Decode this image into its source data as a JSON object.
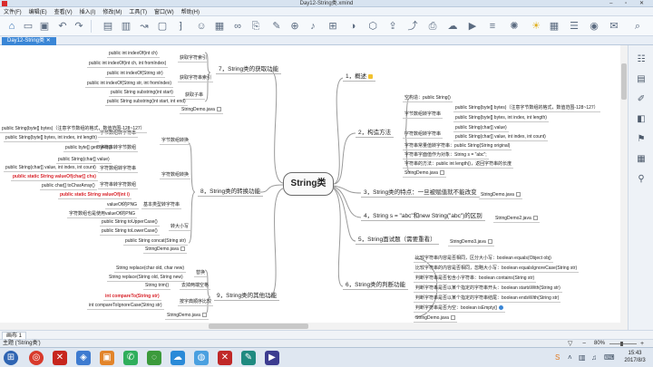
{
  "window": {
    "title": "Day12-String类.xmind"
  },
  "menu": [
    "文件(F)",
    "编辑(E)",
    "查看(V)",
    "插入(I)",
    "修改(M)",
    "工具(T)",
    "窗口(W)",
    "帮助(H)"
  ],
  "doc_tab": "Day12-String类",
  "central": "String类",
  "branches": {
    "b1": "1，概述",
    "b2": "2，构造方法",
    "b3": "3，String类的特点：一旦被赋值就不能改变",
    "b4": "4，String s = \"abc\"和new String(\"abc\")的区别",
    "b5": "5，String面试题（需要重看）",
    "b6": "6，String类的判断功能",
    "b7": "7，String类的获取功能",
    "b8": "8，String类的转换功能",
    "b9": "9，String类的其他功能"
  },
  "b2_children": [
    "空构造：public String()",
    "字节数组转字符串",
    "public String(byte[] bytes)（注意字节数组的格式，数值范围-128~127）",
    "public String(byte[] bytes, int index, int length)",
    "字符数组转字符串",
    "public String(char[] value)",
    "public String(char[] value, int index, int count)",
    "字符串常量值转字符串：public String(String original)",
    "字符串字面值作为对象：String s = \"abc\";",
    "字符串的方法：public int length()，返回字符串的长度",
    "StringDemo.java"
  ],
  "b3_file": "StringDemo.java",
  "b4_file": "StringDemo2.java",
  "b5_file": "StringDemo3.java",
  "b6_children": [
    "比较字符串内容是否相同，区分大小写：boolean equals(Object obj)",
    "比较字符串的内容是否相同，忽略大小写：boolean equalsIgnoreCase(String str)",
    "判断字符串是否包含小字符串：boolean contains(String str)",
    "判断字符串是否以某个指定的字符串开头：boolean startsWith(String str)",
    "判断字符串是否以某个指定的字符串结尾：boolean endsWith(String str)",
    "判断字符串是否为空：boolean isEmpty()",
    "StringDemo.java"
  ],
  "b7_children": [
    "public int indexOf(int ch)",
    "获取字符索引",
    "public int indexOf(int ch, int fromIndex)",
    "public int indexOf(String str)",
    "获取字符串索引",
    "public int indexOf(String str, int fromIndex)",
    "public String substring(int start)",
    "获取子串",
    "public String substring(int start, int end)",
    "StringDemo.java"
  ],
  "b8_children": [
    "字节数组转换",
    "字节数组转字符串",
    "public String(byte[] bytes)（注意字节数组的格式，数值范围-128~127）",
    "public String(byte[] bytes, int index, int length)",
    "字符串转字节数组",
    "public byte[] getBytes()",
    "字符数组转换",
    "字符数组转字符串",
    "public String(char[] value)",
    "public String(char[] value, int index, int count)",
    "public static String valueOf(char[] chs)",
    "字符串转字符数组",
    "public char[] toCharArray()",
    "基本类型转字符串",
    "public static String valueOf(int i)",
    "valueOf的PNG",
    "字符数组也是使用valueOf的PNG",
    "转大小写",
    "public String toUpperCase()",
    "public String toLowerCase()",
    "public String concat(String str)",
    "StringDemo.java"
  ],
  "b9_children": [
    "替换",
    "String replace(char old, char new)",
    "String replace(String old, String new)",
    "去掉两端空格",
    "String trim()",
    "按字典顺序比较",
    "int compareTo(String str)",
    "int compareToIgnoreCase(String str)",
    "StringDemo.java"
  ],
  "sheet_tab": "画布 1",
  "status": {
    "topic": "主题 ('String类')",
    "zoom": "80%"
  },
  "clock": {
    "time": "15:43",
    "date": "2017/8/3"
  },
  "colors": {
    "accent": "#3a86d6",
    "red_text": "#d8232a"
  }
}
